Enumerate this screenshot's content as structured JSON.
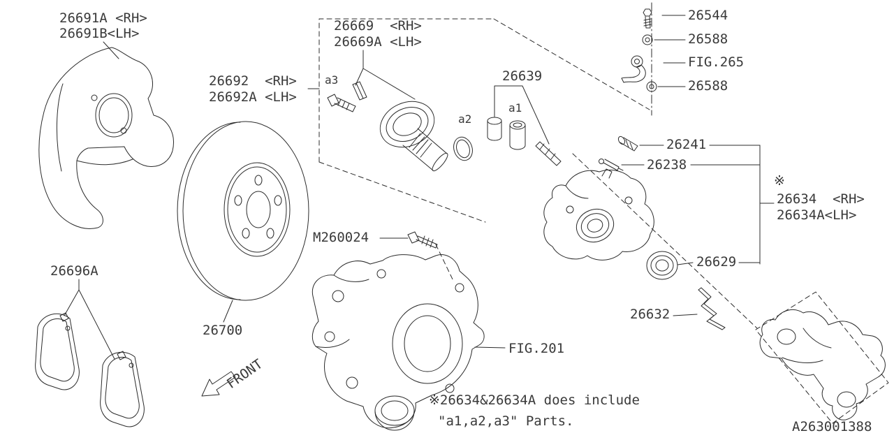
{
  "colors": {
    "background": "#ffffff",
    "line": "#2b2b2b",
    "text": "#3a3a3a"
  },
  "labels": {
    "part_26691a": "26691A <RH>",
    "part_26691b": "26691B<LH>",
    "part_26692": "26692  <RH>",
    "part_26692a": "26692A <LH>",
    "part_26669": "26669  <RH>",
    "part_26669a": "26669A <LH>",
    "part_26639": "26639",
    "part_26544": "26544",
    "part_26588_upper": "26588",
    "fig_265": "FIG.265",
    "part_26588_lower": "26588",
    "part_26241": "26241",
    "part_26238": "26238",
    "ref_mark": "※",
    "part_26634": "26634  <RH>",
    "part_26634a": "26634A<LH>",
    "part_26629": "26629",
    "part_26632": "26632",
    "part_m260024": "M260024",
    "part_26696a": "26696A",
    "part_26700": "26700",
    "fig_201": "FIG.201",
    "callout_a1": "a1",
    "callout_a2": "a2",
    "callout_a3": "a3",
    "front_arrow": "FRONT"
  },
  "footnote": {
    "line1": "※26634&26634A does include",
    "line2": "\"a1,a2,a3\" Parts."
  },
  "drawing_number": "A263001388"
}
